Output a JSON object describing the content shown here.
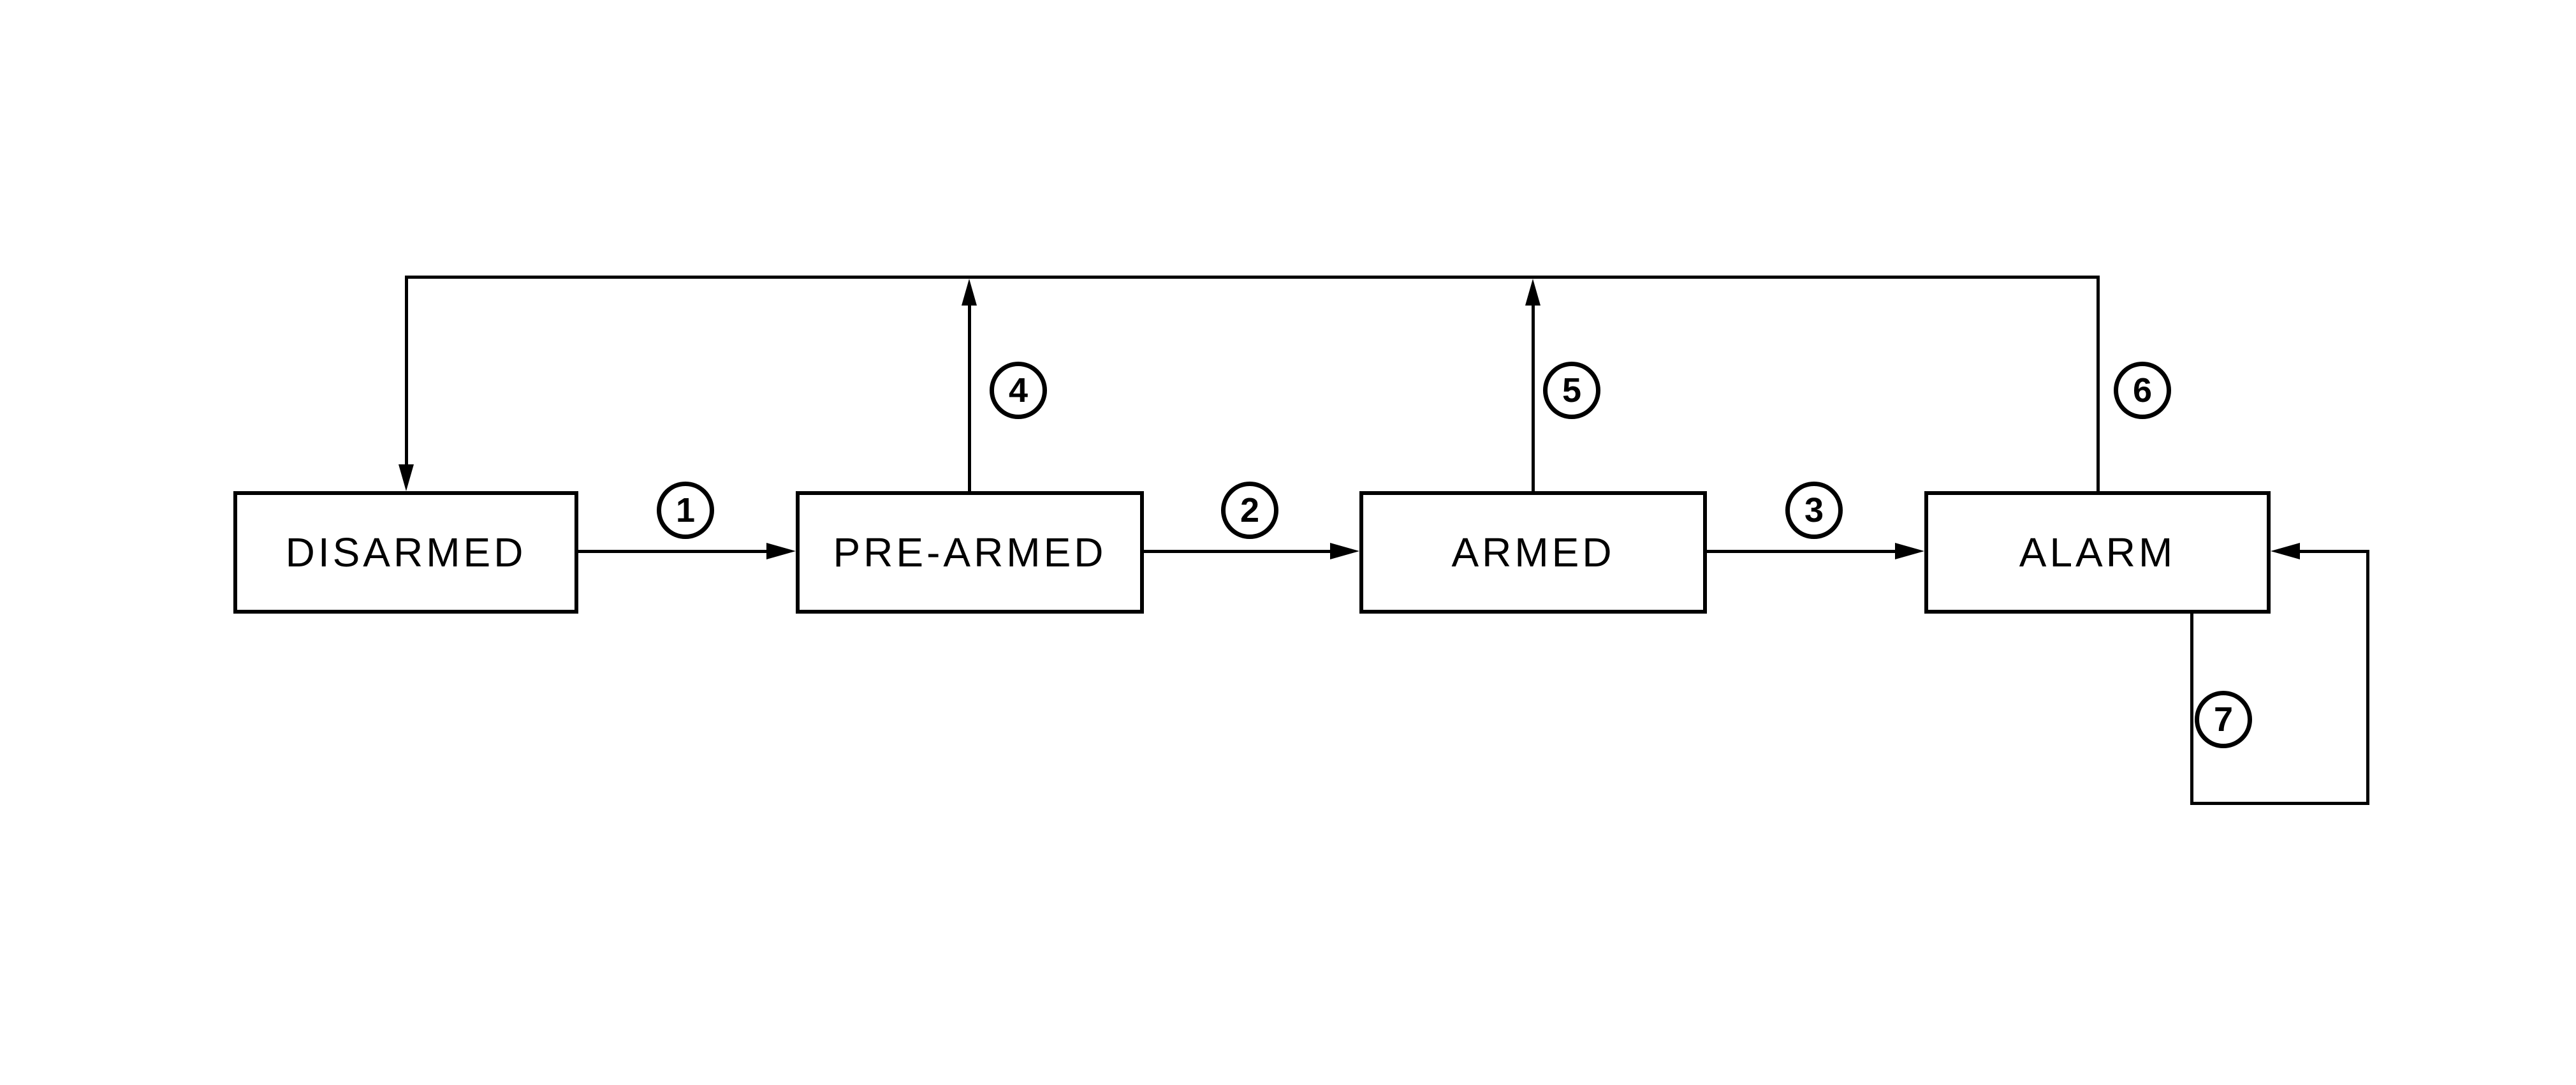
{
  "diagram": {
    "type": "state-machine",
    "states": [
      {
        "id": "disarmed",
        "label": "DISARMED"
      },
      {
        "id": "pre-armed",
        "label": "PRE-ARMED"
      },
      {
        "id": "armed",
        "label": "ARMED"
      },
      {
        "id": "alarm",
        "label": "ALARM"
      }
    ],
    "transitions": [
      {
        "number": "1",
        "from": "DISARMED",
        "to": "PRE-ARMED"
      },
      {
        "number": "2",
        "from": "PRE-ARMED",
        "to": "ARMED"
      },
      {
        "number": "3",
        "from": "ARMED",
        "to": "ALARM"
      },
      {
        "number": "4",
        "from": "PRE-ARMED",
        "to": "DISARMED"
      },
      {
        "number": "5",
        "from": "ARMED",
        "to": "DISARMED"
      },
      {
        "number": "6",
        "from": "ALARM",
        "to": "DISARMED"
      },
      {
        "number": "7",
        "from": "ALARM",
        "to": "ALARM"
      }
    ],
    "colors": {
      "line": "#000000",
      "background": "#ffffff"
    }
  }
}
